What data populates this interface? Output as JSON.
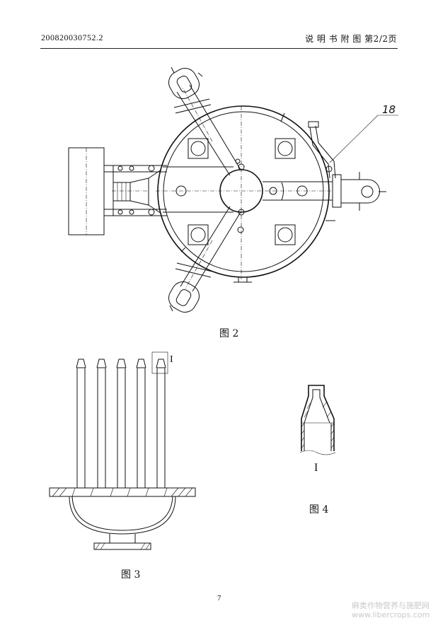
{
  "header": {
    "left": "200820030752.2",
    "right": "说 明 书 附 图   第2/2页"
  },
  "figures": {
    "fig2": {
      "caption": "图 2",
      "callout": "18"
    },
    "fig3": {
      "caption": "图 3",
      "detail_label": "I"
    },
    "fig4": {
      "caption": "图 4",
      "detail_label": "I"
    }
  },
  "footer": {
    "page_number": "7"
  },
  "watermark": {
    "line1": "麻类作物营养与施肥网",
    "line2": "www.libercrops.com"
  }
}
